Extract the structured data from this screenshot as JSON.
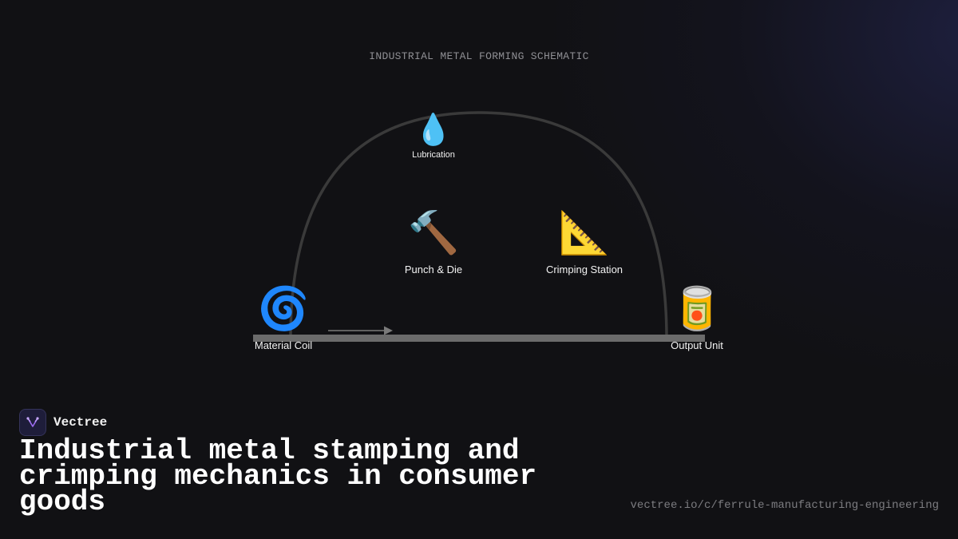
{
  "diagram": {
    "title": "INDUSTRIAL METAL FORMING SCHEMATIC",
    "nodes": {
      "lubrication": {
        "icon": "droplet-icon",
        "glyph": "💧",
        "label": "Lubrication"
      },
      "punch_die": {
        "icon": "hammer-icon",
        "glyph": "🔨",
        "label": "Punch & Die"
      },
      "crimping": {
        "icon": "triangular-ruler-icon",
        "glyph": "📐",
        "label": "Crimping Station"
      },
      "material_coil": {
        "icon": "cyclone-icon",
        "glyph": "🌀",
        "label": "Material Coil"
      },
      "output_unit": {
        "icon": "canned-food-icon",
        "glyph": "🥫",
        "label": "Output Unit"
      }
    },
    "colors": {
      "conveyor": "#6b6b6b",
      "arc": "#3a3a3a",
      "arrow": "#7a7a7a"
    }
  },
  "brand": {
    "name": "Vectree",
    "logo_color": "#9b6bf0"
  },
  "headline": "Industrial metal stamping and crimping mechanics in consumer goods",
  "url": "vectree.io/c/ferrule-manufacturing-engineering"
}
